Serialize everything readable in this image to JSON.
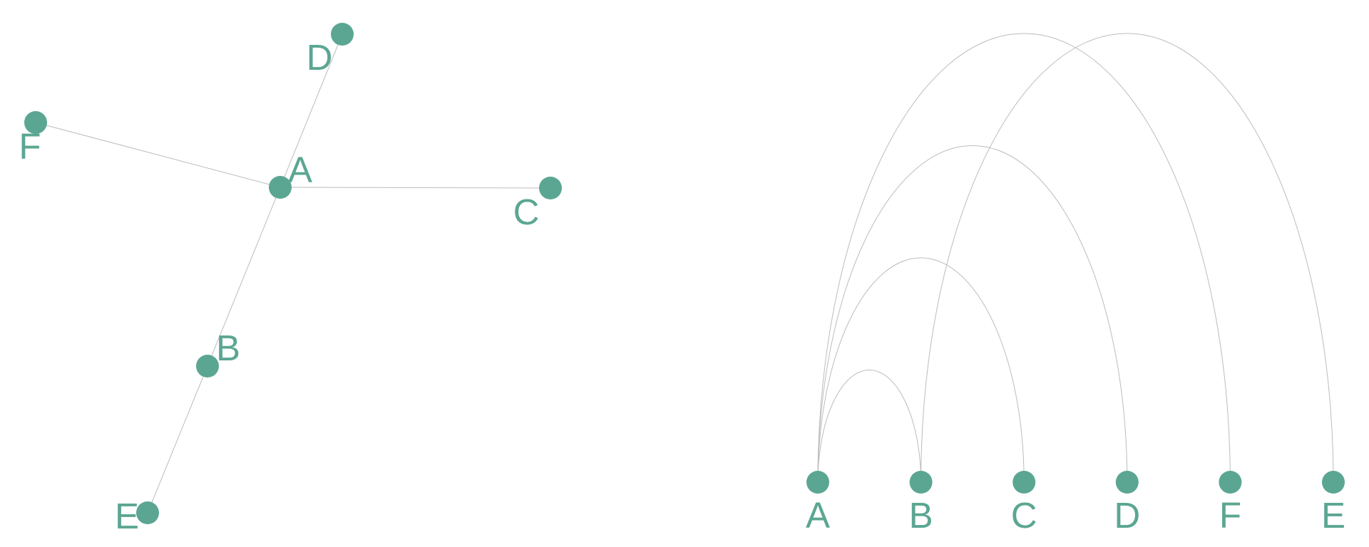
{
  "colors": {
    "node": "#5ba692",
    "edge": "#bcbcbc"
  },
  "network_graph": {
    "nodes": [
      {
        "id": "A",
        "label": "A"
      },
      {
        "id": "B",
        "label": "B"
      },
      {
        "id": "C",
        "label": "C"
      },
      {
        "id": "D",
        "label": "D"
      },
      {
        "id": "E",
        "label": "E"
      },
      {
        "id": "F",
        "label": "F"
      }
    ],
    "edges": [
      [
        "A",
        "B"
      ],
      [
        "A",
        "C"
      ],
      [
        "A",
        "D"
      ],
      [
        "A",
        "F"
      ],
      [
        "B",
        "E"
      ]
    ]
  },
  "arc_diagram": {
    "order": [
      "A",
      "B",
      "C",
      "D",
      "F",
      "E"
    ],
    "edges": [
      [
        "A",
        "B"
      ],
      [
        "A",
        "C"
      ],
      [
        "A",
        "D"
      ],
      [
        "A",
        "F"
      ],
      [
        "B",
        "E"
      ]
    ]
  }
}
